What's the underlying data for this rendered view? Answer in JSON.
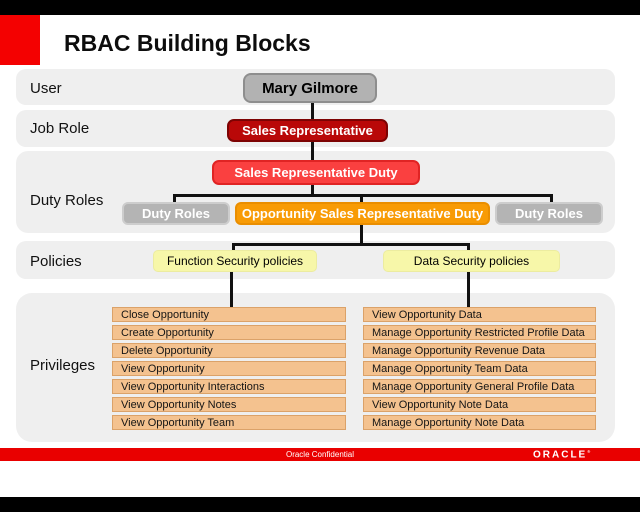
{
  "title": "RBAC Building Blocks",
  "rows": {
    "user": {
      "label": "User",
      "node": "Mary Gilmore"
    },
    "job_role": {
      "label": "Job Role",
      "node": "Sales Representative"
    },
    "duty_roles": {
      "label": "Duty Roles",
      "parent": "Sales Representative Duty",
      "left": "Duty Roles",
      "center": "Opportunity Sales Representative Duty",
      "right": "Duty Roles"
    },
    "policies": {
      "label": "Policies",
      "function_node": "Function Security policies",
      "data_node": "Data Security policies"
    },
    "privileges": {
      "label": "Privileges",
      "function_list": [
        "Close Opportunity",
        "Create Opportunity",
        "Delete Opportunity",
        "View Opportunity",
        "View Opportunity Interactions",
        "View Opportunity Notes",
        "View Opportunity Team"
      ],
      "data_list": [
        "View Opportunity Data",
        "Manage Opportunity Restricted Profile Data",
        "Manage Opportunity Revenue Data",
        "Manage Opportunity Team Data",
        "Manage Opportunity General Profile Data",
        "View Opportunity Note Data",
        "Manage Opportunity Note Data"
      ]
    }
  },
  "footer": {
    "confidential": "Oracle Confidential",
    "logo": "ORACLE",
    "logo_mark": "®"
  },
  "colors": {
    "accent_red_square": "#f40101",
    "band_gray": "#efefef",
    "user_node_gray": "#b2b2b2",
    "job_role_red": "#b90808",
    "duty_parent_red": "#fa4040",
    "duty_gray": "#b4b4b4",
    "duty_orange": "#f89b05",
    "policy_yellow": "#f7f7a9",
    "privilege_orange": "#f4c28f",
    "footer_red": "#e90000"
  }
}
